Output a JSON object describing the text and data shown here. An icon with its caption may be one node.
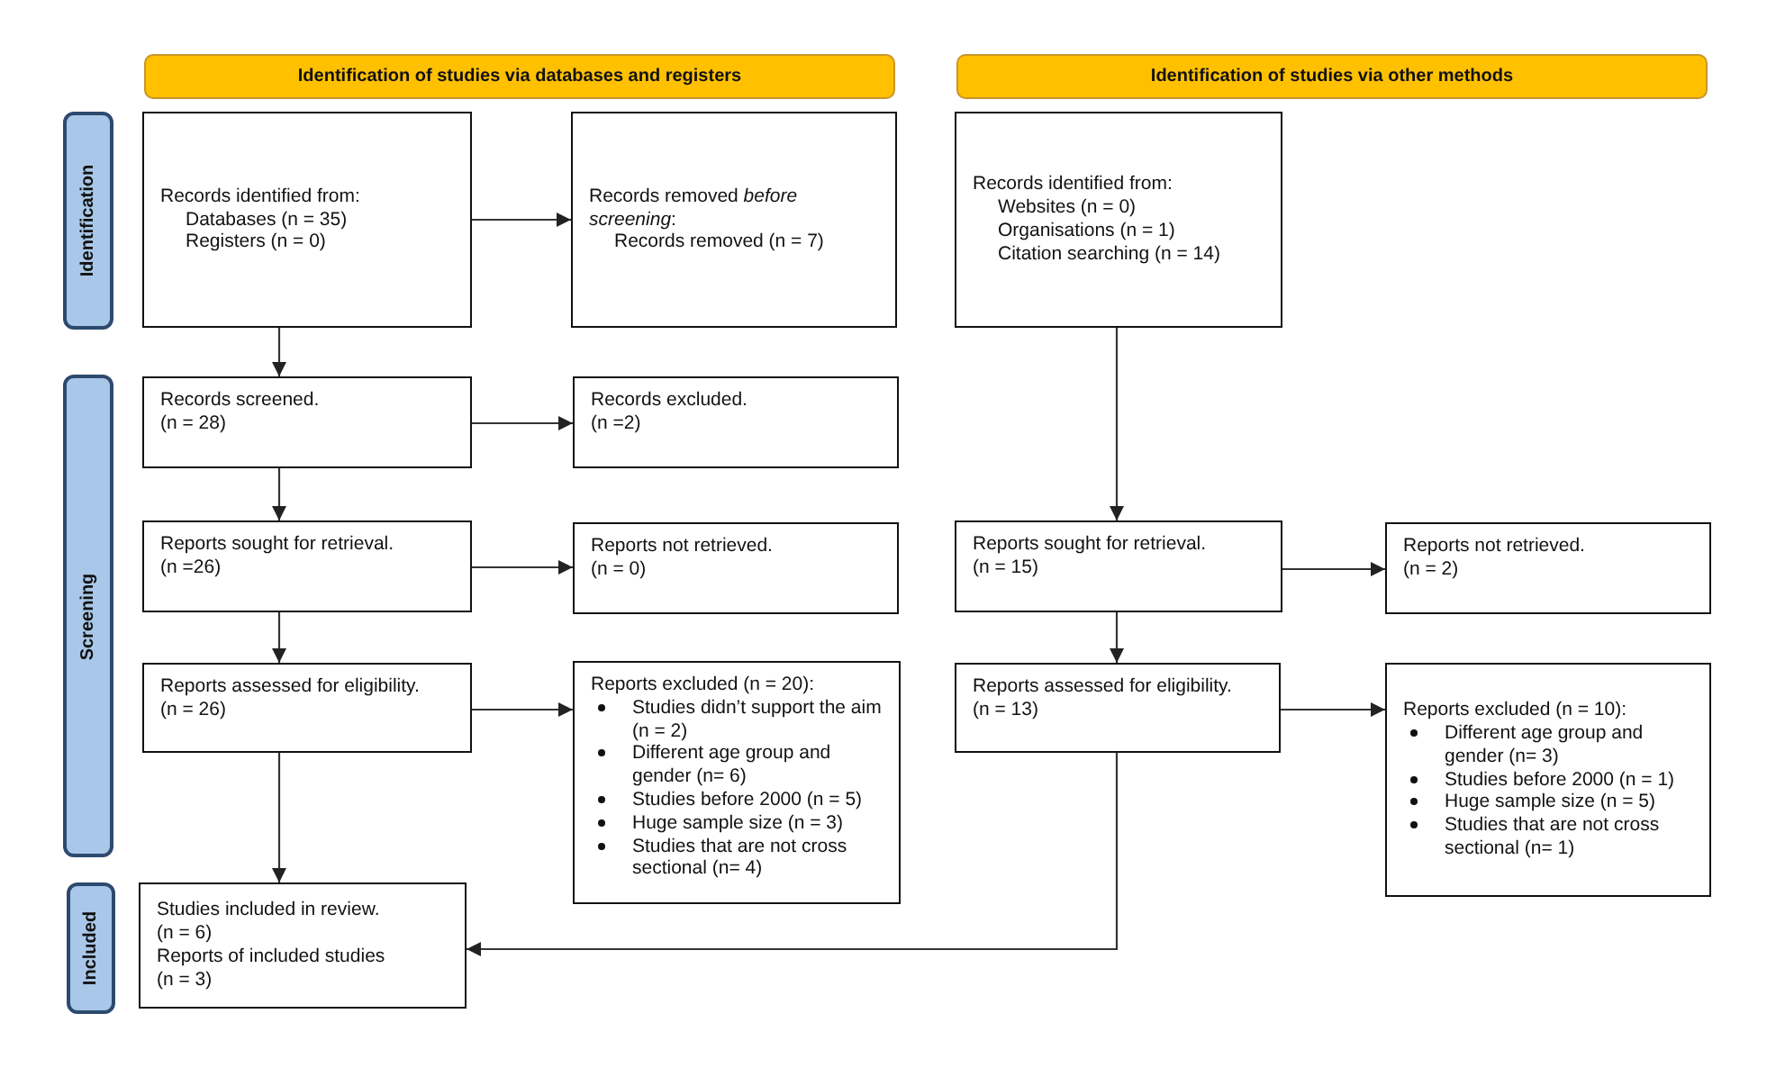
{
  "diagram": {
    "nodes": [
      {
        "text": [
          "Identification of studies via databases and registers"
        ]
      },
      {
        "text": [
          "Identification of studies via other methods"
        ]
      },
      {
        "text": [
          "Identification"
        ]
      },
      {
        "text": [
          "Screening"
        ]
      },
      {
        "text": [
          "Included"
        ]
      },
      {
        "text": [
          "Records identified from:",
          "Databases (n = 35)",
          "Registers (n = 0)"
        ]
      },
      {
        "text": [
          "Records removed *before screening*:",
          "Records removed (n = 7)"
        ]
      },
      {
        "text": [
          "Records identified from:",
          "Websites (n = 0)",
          "Organisations (n = 1)",
          "Citation searching (n = 14)"
        ]
      },
      {
        "text": [
          "Records screened.",
          "(n = 28)"
        ]
      },
      {
        "text": [
          "Records excluded.",
          "(n =2)"
        ]
      },
      {
        "text": [
          "Reports sought for retrieval.",
          "(n =26)"
        ]
      },
      {
        "text": [
          "Reports not retrieved.",
          "(n = 0)"
        ]
      },
      {
        "text": [
          "Reports assessed for eligibility.",
          "(n = 26)"
        ]
      },
      {
        "text": [
          "Reports excluded (n = 20):",
          "Studies didn’t support the aim (n = 2)",
          "Different age group and gender (n= 6)",
          "Studies before 2000 (n = 5)",
          "Huge sample size (n = 3)",
          "Studies that are not cross sectional (n= 4)"
        ]
      },
      {
        "text": [
          "Reports sought for retrieval.",
          "(n = 15)"
        ]
      },
      {
        "text": [
          "Reports not retrieved.",
          "(n = 2)"
        ]
      },
      {
        "text": [
          "Reports assessed for eligibility.",
          "(n = 13)"
        ]
      },
      {
        "text": [
          "Reports excluded (n = 10):",
          "Different age group and gender (n= 3)",
          "Studies before 2000 (n = 1)",
          "Huge sample size (n = 5)",
          "Studies that are not cross sectional (n= 1)"
        ]
      },
      {
        "text": [
          "Studies included in review.",
          "(n = 6)",
          "Reports of included studies",
          "(n = 3)"
        ]
      }
    ],
    "edges": [
      {
        "from": 5,
        "to": 6,
        "arrow": "to"
      },
      {
        "from": 5,
        "to": 8,
        "arrow": "to"
      },
      {
        "from": 8,
        "to": 9,
        "arrow": "to"
      },
      {
        "from": 8,
        "to": 10,
        "arrow": "to"
      },
      {
        "from": 10,
        "to": 11,
        "arrow": "to"
      },
      {
        "from": 10,
        "to": 12,
        "arrow": "to"
      },
      {
        "from": 12,
        "to": 13,
        "arrow": "to"
      },
      {
        "from": 12,
        "to": 18,
        "arrow": "to"
      },
      {
        "from": 7,
        "to": 14,
        "arrow": "to"
      },
      {
        "from": 14,
        "to": 15,
        "arrow": "to"
      },
      {
        "from": 14,
        "to": 16,
        "arrow": "to"
      },
      {
        "from": 16,
        "to": 17,
        "arrow": "to"
      },
      {
        "from": 16,
        "to": 18,
        "arrow": "to"
      }
    ]
  }
}
